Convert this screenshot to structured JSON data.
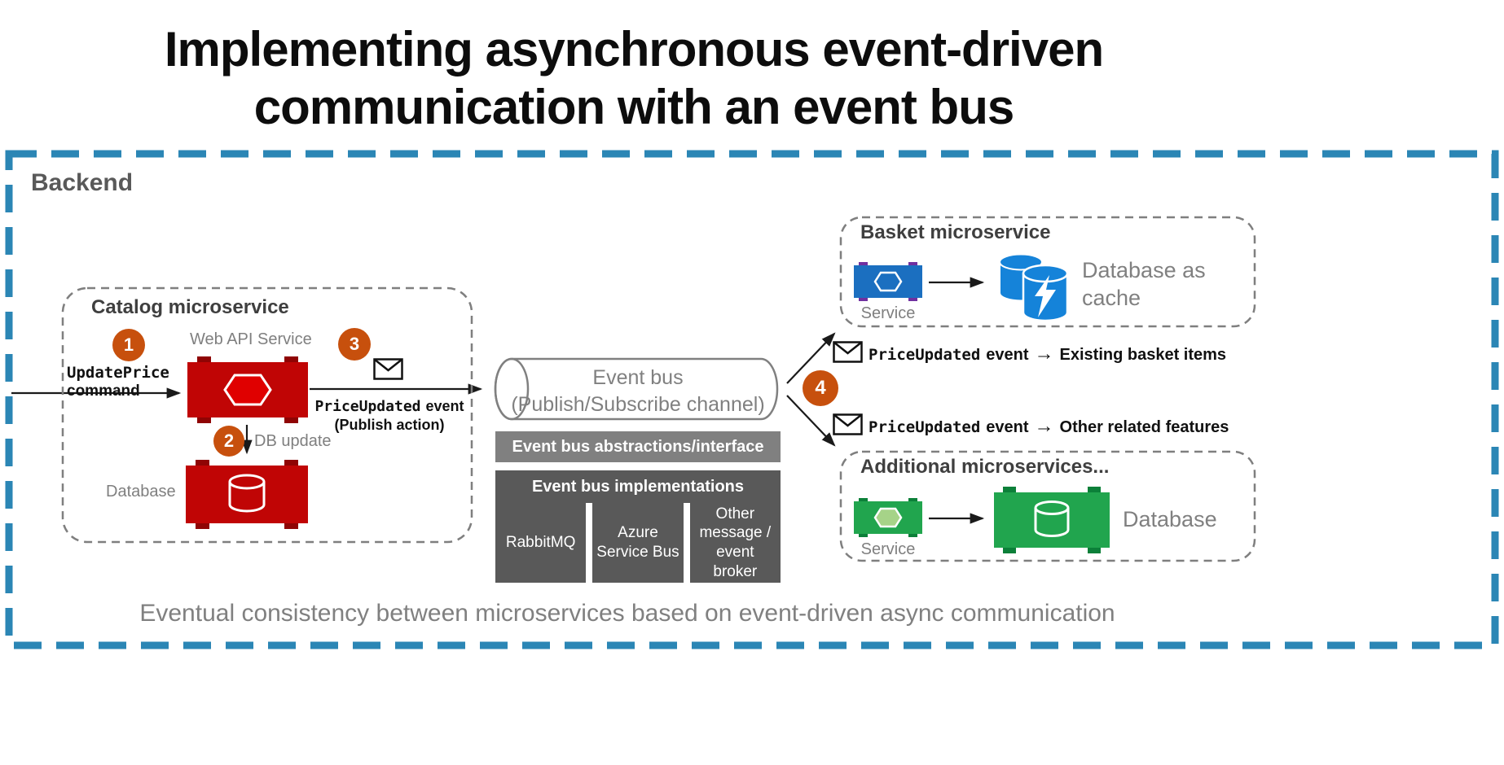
{
  "title": {
    "line1": "Implementing asynchronous event-driven",
    "line2": "communication with an event bus"
  },
  "backend": {
    "label": "Backend"
  },
  "catalog": {
    "title": "Catalog microservice",
    "step1": "1",
    "step2": "2",
    "step3": "3",
    "command_code": "UpdatePrice",
    "command_word": "command",
    "web_api_label": "Web API Service",
    "publish_code": "PriceUpdated",
    "publish_word": "event",
    "publish_action": "(Publish action)",
    "db_update_label": "DB update",
    "database_label": "Database"
  },
  "event_bus": {
    "name_line1": "Event bus",
    "name_line2": "(Publish/Subscribe channel)",
    "abstractions_label": "Event bus abstractions/interface",
    "implementations_title": "Event bus implementations",
    "implementations": [
      {
        "label": "RabbitMQ"
      },
      {
        "label": "Azure Service Bus"
      },
      {
        "label": "Other message / event broker"
      }
    ]
  },
  "fanout": {
    "step4": "4",
    "message1": {
      "code": "PriceUpdated",
      "word": "event",
      "arrow": "→",
      "target": "Existing basket items"
    },
    "message2": {
      "code": "PriceUpdated",
      "word": "event",
      "arrow": "→",
      "target": "Other related features"
    }
  },
  "basket": {
    "title": "Basket microservice",
    "service_label": "Service",
    "database_label": "Database as cache"
  },
  "additional": {
    "title": "Additional microservices...",
    "service_label": "Service",
    "database_label": "Database"
  },
  "footer": "Eventual consistency between microservices based on event-driven async communication",
  "colors": {
    "backend_border": "#2b86b5",
    "step_badge": "#c7500d",
    "catalog_red": "#c00505",
    "catalog_red_dark": "#8f0404",
    "basket_blue": "#1b6fc0",
    "basket_tab_purple": "#7030a0",
    "cache_blue": "#1583d9",
    "additional_green": "#21a54e",
    "additional_green_dark": "#0c8039",
    "hexagon_light_green": "#a6d388",
    "abstractions_gray": "#808080",
    "implementations_gray": "#595959",
    "dashed_box_gray": "#7f7f7f"
  },
  "icons": {
    "envelope": "message-envelope",
    "hexagon": "service-hexagon",
    "cylinder": "database-cylinder",
    "lightning": "cache-lightning-bolt"
  }
}
